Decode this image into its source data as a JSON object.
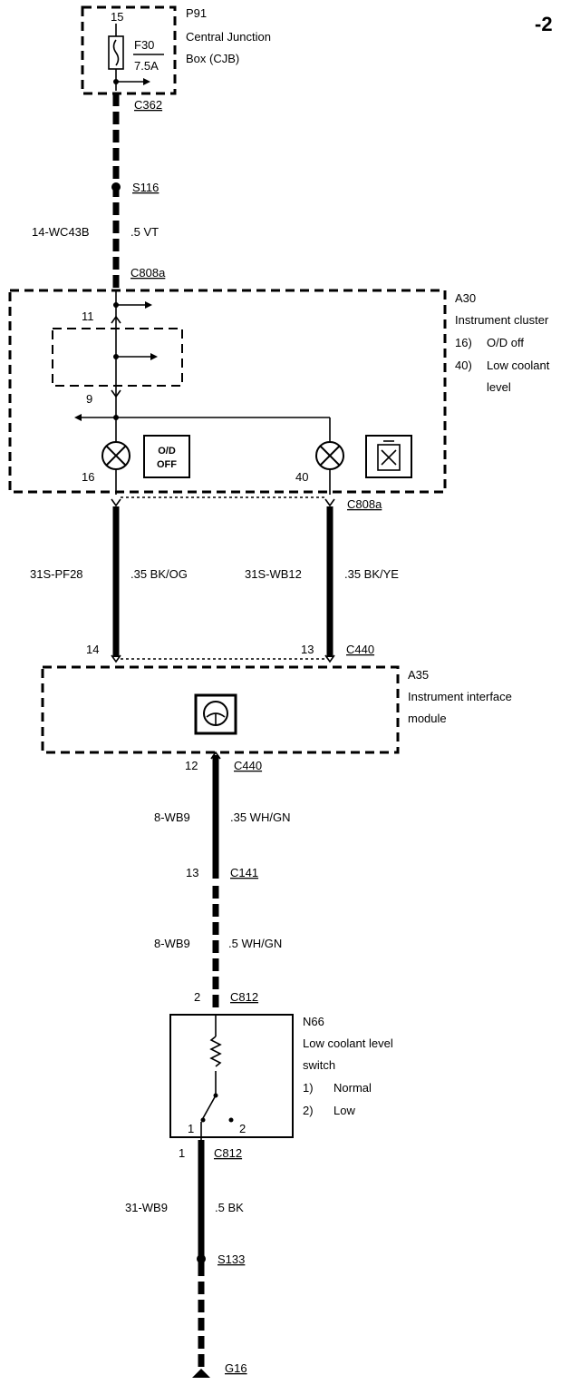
{
  "page_label": "-2",
  "cjb": {
    "pin": "15",
    "name": "P91",
    "desc1": "Central Junction",
    "desc2": "Box (CJB)",
    "fuse": "F30",
    "fuse_rating": "7.5A"
  },
  "connectors": {
    "c362": "C362",
    "s116": "S116",
    "c808a_top": "C808a",
    "c808a_bottom": "C808a",
    "c440_top": "C440",
    "c440_bottom": "C440",
    "c141": "C141",
    "c812_top": "C812",
    "c812_bottom": "C812",
    "s133": "S133",
    "g16": "G16"
  },
  "wires": {
    "w1_id": "14-WC43B",
    "w1_spec": ".5 VT",
    "w2_id": "31S-PF28",
    "w2_spec": ".35 BK/OG",
    "w3_id": "31S-WB12",
    "w3_spec": ".35 BK/YE",
    "w4_id": "8-WB9",
    "w4_spec": ".35 WH/GN",
    "w5_id": "8-WB9",
    "w5_spec": ".5 WH/GN",
    "w6_id": "31-WB9",
    "w6_spec": ".5 BK"
  },
  "cluster": {
    "name": "A30",
    "desc": "Instrument cluster",
    "item1_num": "16)",
    "item1_text": "O/D off",
    "item2_num": "40)",
    "item2_text": "Low coolant",
    "item2_text2": "level",
    "pin11": "11",
    "pin9": "9",
    "pin16": "16",
    "pin40": "40",
    "od_line1": "O/D",
    "od_line2": "OFF"
  },
  "iim": {
    "name": "A35",
    "desc1": "Instrument interface",
    "desc2": "module",
    "pin14": "14",
    "pin13": "13",
    "pin12": "12",
    "pin13b": "13"
  },
  "switch": {
    "name": "N66",
    "desc1": "Low coolant level",
    "desc2": "switch",
    "item1_num": "1)",
    "item1_text": "Normal",
    "item2_num": "2)",
    "item2_text": "Low",
    "pin2": "2",
    "pin1_in": "1",
    "pin2_in": "2",
    "pin1_out": "1"
  }
}
